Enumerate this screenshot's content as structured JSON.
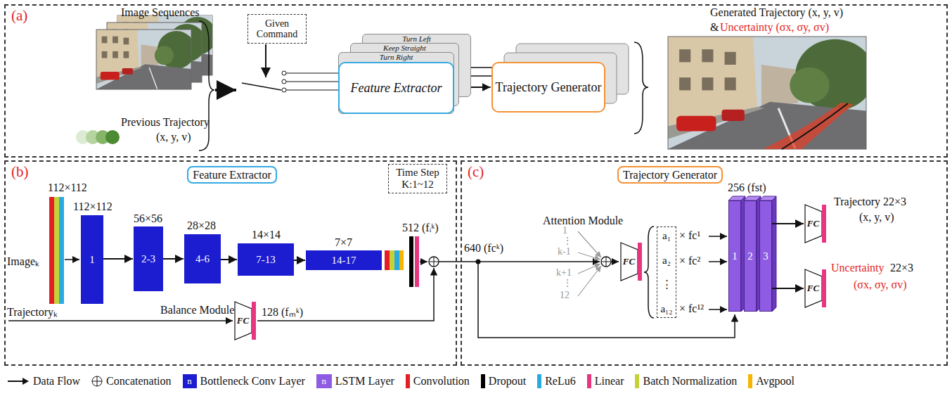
{
  "diagram": {
    "nodes": [
      {
        "text": [
          "(a)"
        ]
      },
      {
        "text": [
          "Given Command"
        ],
        "in": 0
      },
      {
        "text": [
          "Turn Left"
        ],
        "in": 0
      },
      {
        "text": [
          "Keep Straight"
        ],
        "in": 0
      },
      {
        "text": [
          "Turn Right"
        ],
        "in": 0
      },
      {
        "text": [
          "Feature Extractor"
        ],
        "in": 4
      },
      {
        "text": [
          "Trajectory Generator"
        ],
        "in": 0
      },
      {
        "text": [
          "(b)"
        ]
      },
      {
        "text": [
          "Feature Extractor"
        ],
        "in": 7
      },
      {
        "text": [
          "Time Step",
          "K:1~12"
        ],
        "in": 7
      },
      {
        "text": [
          "1"
        ],
        "in": 7
      },
      {
        "text": [
          "2-3"
        ],
        "in": 7
      },
      {
        "text": [
          "4-6"
        ],
        "in": 7
      },
      {
        "text": [
          "7-13"
        ],
        "in": 7
      },
      {
        "text": [
          "14-17"
        ],
        "in": 7
      },
      {
        "text": [
          "FC"
        ],
        "in": 7
      },
      {
        "text": [
          "(c)"
        ]
      },
      {
        "text": [
          "Trajectory Generator"
        ],
        "in": 16
      },
      {
        "text": [
          "FC"
        ],
        "in": 16
      },
      {
        "text": [
          "a₁",
          "a₂",
          "⋮",
          "a₁₂"
        ],
        "in": 16
      },
      {
        "text": [
          "1"
        ],
        "in": 16
      },
      {
        "text": [
          "2"
        ],
        "in": 16
      },
      {
        "text": [
          "3"
        ],
        "in": 16
      },
      {
        "text": [
          "FC"
        ],
        "in": 16
      },
      {
        "text": [
          "FC"
        ],
        "in": 16
      }
    ],
    "edges": [
      {
        "from": 5,
        "to": 6,
        "arrow": "to"
      },
      {
        "from": 10,
        "to": 11,
        "arrow": "to"
      },
      {
        "from": 11,
        "to": 12,
        "arrow": "to"
      },
      {
        "from": 12,
        "to": 13,
        "arrow": "to"
      },
      {
        "from": 13,
        "to": 14,
        "arrow": "to"
      },
      {
        "from": 22,
        "to": 23,
        "arrow": "to"
      },
      {
        "from": 22,
        "to": 24,
        "arrow": "to"
      }
    ],
    "labels": [
      "Image Sequences",
      "Previous Trajectory",
      "(x, y, v)",
      "Generated Trajectory (x, y, v)",
      "&",
      "Uncertainty (σx, σy, σv)",
      "112×112",
      "112×112",
      "56×56",
      "28×28",
      "14×14",
      "7×7",
      "512 (fᵢᵏ)",
      "Imageₖ",
      "Trajectoryₖ",
      "Balance Module",
      "128 (fₘᵏ)",
      "640 (fcᵏ)",
      "Attention Module",
      "1",
      "⋮",
      "k-1",
      "k+1",
      "⋮",
      "12",
      "× fc¹",
      "× fc²",
      "× fc¹²",
      "256 (fst)",
      "Trajectory 22×3",
      "(x, y, v)",
      "Uncertainty",
      "22×3",
      "(σx, σy, σv)",
      "n",
      "n"
    ],
    "legend": [
      {
        "text": "Data Flow"
      },
      {
        "text": "Concatenation"
      },
      {
        "text": "Bottleneck Conv Layer",
        "color": "#1c1cd0"
      },
      {
        "text": "LSTM Layer",
        "color": "#8f5be3"
      },
      {
        "text": "Convolution",
        "color": "#e31e24"
      },
      {
        "text": "Dropout",
        "color": "#000000"
      },
      {
        "text": "ReLu6",
        "color": "#29abe2"
      },
      {
        "text": "Linear",
        "color": "#e8357f"
      },
      {
        "text": "Batch Normalization",
        "color": "#c5d236"
      },
      {
        "text": "Avgpool",
        "color": "#f7b500"
      }
    ]
  }
}
